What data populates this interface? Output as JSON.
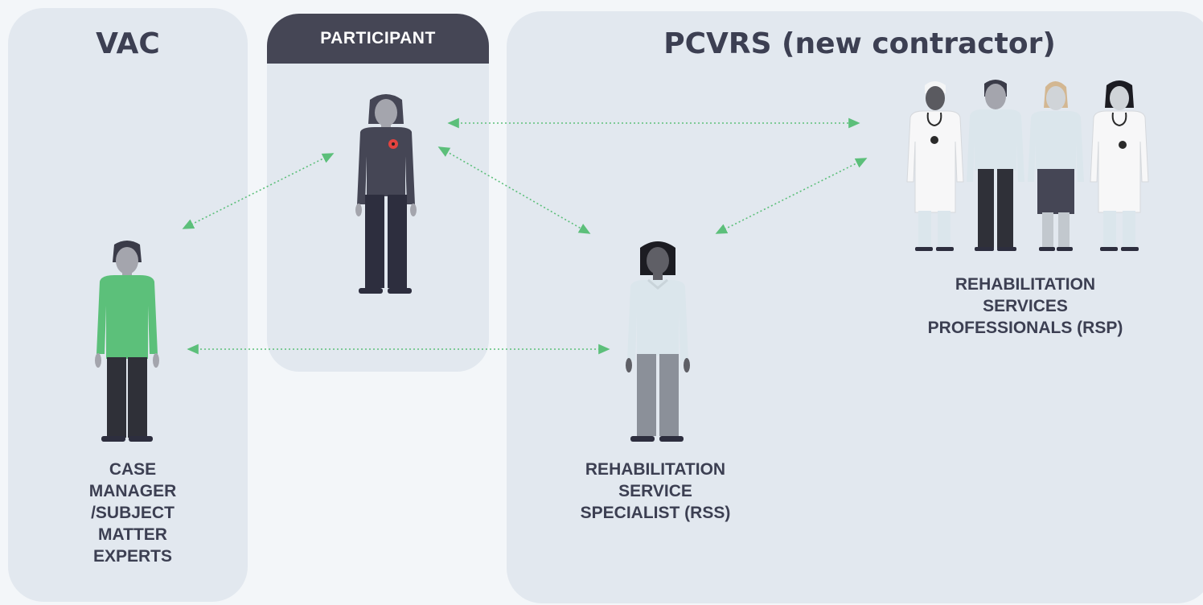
{
  "groups": {
    "vac": {
      "title": "VAC"
    },
    "participant": {
      "title": "PARTICIPANT"
    },
    "pcvrs": {
      "title": "PCVRS (new contractor)"
    }
  },
  "roles": {
    "case_manager": {
      "label": "CASE\nMANAGER\n/SUBJECT\nMATTER\nEXPERTS"
    },
    "rss": {
      "label": "REHABILITATION\nSERVICE\nSPECIALIST (RSS)"
    },
    "rsp": {
      "label": "REHABILITATION\nSERVICES\nPROFESSIONALS (RSP)"
    }
  },
  "colors": {
    "arrow": "#5cbf7a",
    "panel": "#e2e8ef",
    "header": "#454655",
    "text": "#3c3f52",
    "case_manager_shirt": "#5cc07a",
    "poppy": "#e2433f"
  }
}
